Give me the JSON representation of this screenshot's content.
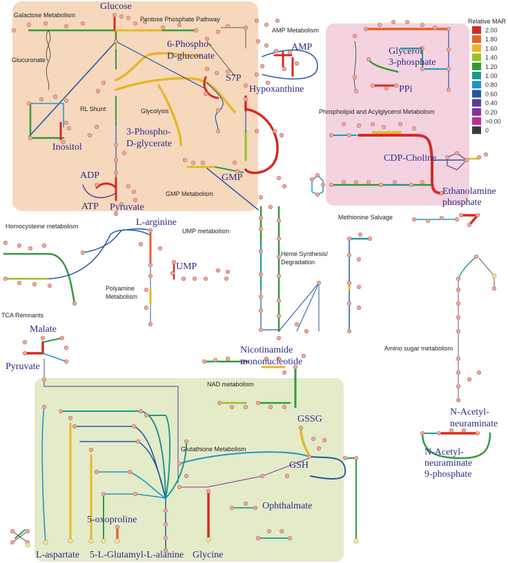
{
  "legend": {
    "title": "Relative MAR",
    "items": [
      {
        "label": "2.00",
        "color": "#d42a22"
      },
      {
        "label": "1.80",
        "color": "#e4632a"
      },
      {
        "label": "1.60",
        "color": "#e8b625"
      },
      {
        "label": "1.40",
        "color": "#9bbd2b"
      },
      {
        "label": "1.20",
        "color": "#2f9a3c"
      },
      {
        "label": "1.00",
        "color": "#1b9a8f"
      },
      {
        "label": "0.80",
        "color": "#1e95c8"
      },
      {
        "label": "0.60",
        "color": "#2456a6"
      },
      {
        "label": "0.40",
        "color": "#5a3a9c"
      },
      {
        "label": "0.20",
        "color": "#8c2f94"
      },
      {
        "label": ">0.00",
        "color": "#c02a8c"
      },
      {
        "label": "0",
        "color": "#3a3a3a"
      }
    ]
  },
  "regions": {
    "orange_bg": "#f6d8bd",
    "pink_bg": "#f4d3e0",
    "green_bg": "#e3ebc9"
  },
  "pathway_labels": {
    "galactose": "Galactose Metabolism",
    "pentose": "Pentose Phosphate Pathway",
    "amp_metabolism": "AMP Metabolism",
    "glucuronate": "Glucuronate",
    "rl_shunt": "RL Shunt",
    "glycolysis": "Glycolysis",
    "phospholipid": "Phospholipid and Acylglycerol Metabolism",
    "gmp_metabolism": "GMP Metabolism",
    "homocysteine": "Homocysteine metabolism",
    "ump_metabolism": "UMP metabolism",
    "methionine": "Methionine Salvage",
    "heme_1": "Heme Synthesis/",
    "heme_2": "Degradation",
    "polyamine_1": "Polyamine",
    "polyamine_2": "Metabolism",
    "tca": "TCA Remnants",
    "amino_sugar": "Amino sugar metabolism",
    "nad": "NAD metabolism",
    "glutathione": "Glutathione Metabolism"
  },
  "metabolites": {
    "glucose": "Glucose",
    "pg6_1": "6-Phospho-",
    "pg6_2": "D-gluconate",
    "amp": "AMP",
    "s7p": "S7P",
    "hypoxanthine": "Hypoxanthine",
    "glycerol_1": "Glycerol",
    "glycerol_2": "3-phosphate",
    "ppi": "PPi",
    "inositol": "Inositol",
    "pgly_1": "3-Phospho-",
    "pgly_2": "D-glycerate",
    "cdp_choline": "CDP-Choline",
    "adp": "ADP",
    "gmp": "GMP",
    "atp": "ATP",
    "pyruvate": "Pyruvate",
    "etha_1": "Ethanolamine",
    "etha_2": "phosphate",
    "l_arginine": "L-arginine",
    "ump": "UMP",
    "malate": "Malate",
    "pyruvate2": "Pyruvate",
    "nmn_1": "Nicotinamide",
    "nmn_2": "mononucleotide",
    "gssg": "GSSG",
    "nacn_1": "N-Acetyl-",
    "nacn_2": "neuraminate",
    "gsh": "GSH",
    "nac9_1": "N-Acetyl-",
    "nac9_2": "neuraminate",
    "nac9_3": "9-phosphate",
    "oxoproline": "5-oxoproline",
    "ophthalmate": "Ophthalmate",
    "l_aspartate": "L-aspartate",
    "glutamyl": "5-L-Glutamyl-L-alanine",
    "glycine": "Glycine"
  }
}
